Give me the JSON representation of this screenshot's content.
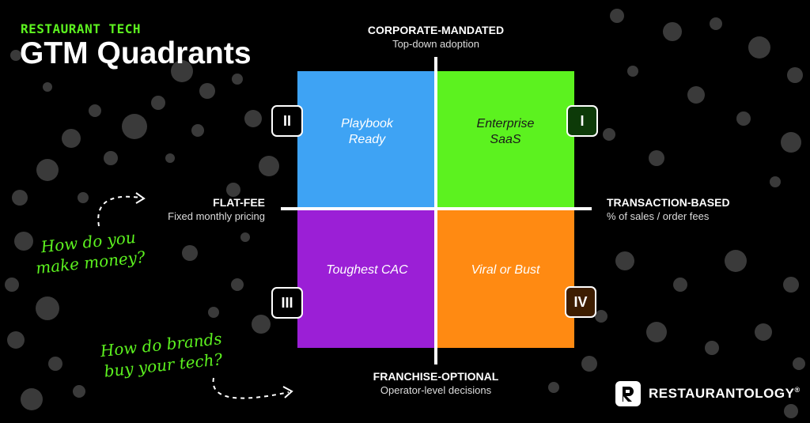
{
  "header": {
    "eyebrow": "RESTAURANT TECH",
    "title": "GTM Quadrants"
  },
  "axes": {
    "top": {
      "title": "CORPORATE-MANDATED",
      "subtitle": "Top-down adoption"
    },
    "bottom": {
      "title": "FRANCHISE-OPTIONAL",
      "subtitle": "Operator-level decisions"
    },
    "left": {
      "title": "FLAT-FEE",
      "subtitle": "Fixed monthly pricing"
    },
    "right": {
      "title": "TRANSACTION-BASED",
      "subtitle": "% of sales / order fees"
    }
  },
  "quadrants": [
    {
      "numeral": "I",
      "label": "Enterprise SaaS",
      "color": "#5cf21f"
    },
    {
      "numeral": "II",
      "label": "Playbook Ready",
      "color": "#3ea3f4"
    },
    {
      "numeral": "III",
      "label": "Toughest CAC",
      "color": "#9b1fd6"
    },
    {
      "numeral": "IV",
      "label": "Viral or Bust",
      "color": "#ff8a12"
    }
  ],
  "annotations": {
    "money": "How do you make money?",
    "buy": "How do brands buy your tech?"
  },
  "brand": {
    "name": "RESTAURANTOLOGY",
    "registered": "®",
    "mark": "R"
  },
  "colors": {
    "accent": "#5cf21f",
    "background": "#000000"
  }
}
